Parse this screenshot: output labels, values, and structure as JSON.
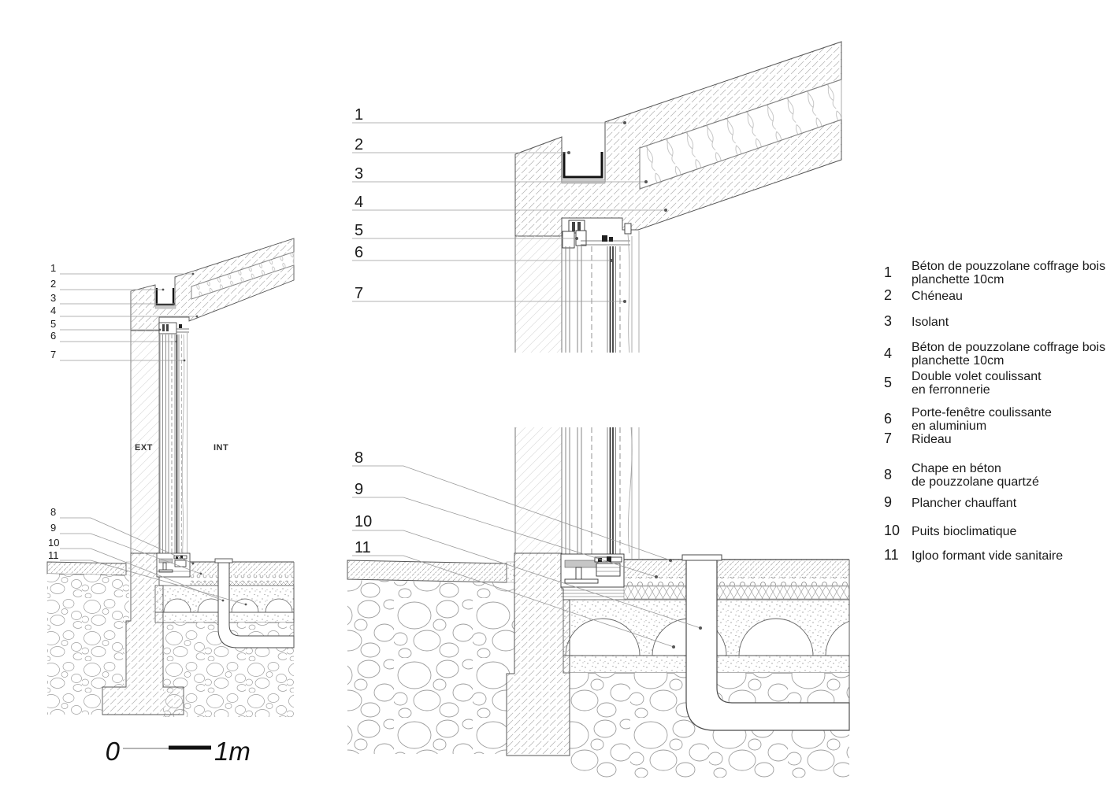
{
  "callouts": {
    "nums": [
      "1",
      "2",
      "3",
      "4",
      "5",
      "6",
      "7",
      "8",
      "9",
      "10",
      "11"
    ]
  },
  "overview": {
    "ext_label": "EXT",
    "int_label": "INT"
  },
  "scale_bar": {
    "zero": "0",
    "one_meter": "1m"
  },
  "legend": {
    "items": [
      {
        "num": "1",
        "line1": "Béton de pouzzolane coffrage bois",
        "line2": "planchette 10cm"
      },
      {
        "num": "2",
        "line1": "Chéneau",
        "line2": ""
      },
      {
        "num": "3",
        "line1": "Isolant",
        "line2": ""
      },
      {
        "num": "4",
        "line1": "Béton de pouzzolane coffrage bois",
        "line2": "planchette 10cm"
      },
      {
        "num": "5",
        "line1": "Double volet coulissant",
        "line2": "en ferronnerie"
      },
      {
        "num": "6",
        "line1": "Porte-fenêtre coulissante",
        "line2": "en aluminium"
      },
      {
        "num": "7",
        "line1": "Rideau",
        "line2": ""
      },
      {
        "num": "8",
        "line1": "Chape en béton",
        "line2": "de pouzzolane quartzé"
      },
      {
        "num": "9",
        "line1": "Plancher chauffant",
        "line2": ""
      },
      {
        "num": "10",
        "line1": "Puits bioclimatique",
        "line2": ""
      },
      {
        "num": "11",
        "line1": "Igloo formant vide sanitaire",
        "line2": ""
      }
    ]
  }
}
